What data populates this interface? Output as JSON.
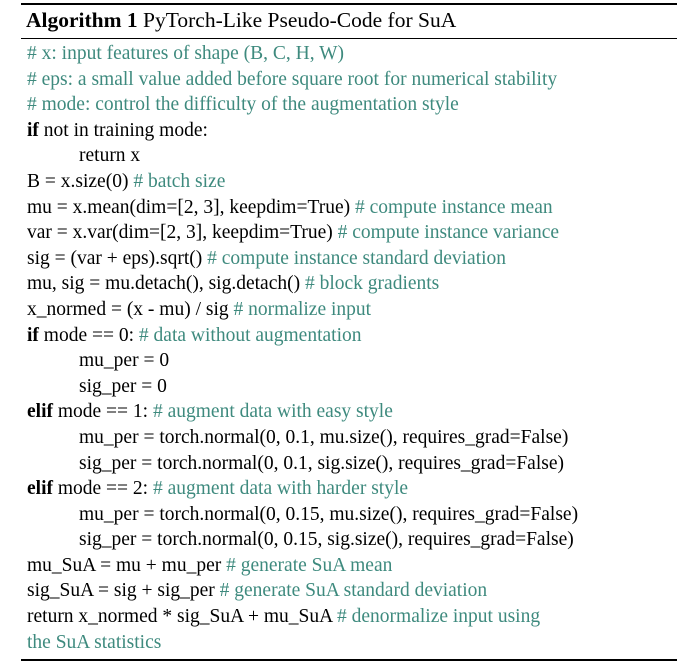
{
  "algorithm": {
    "label": "Algorithm 1",
    "title": "PyTorch-Like Pseudo-Code for SuA"
  },
  "lines": [
    {
      "indent": false,
      "kw": "",
      "code": "",
      "comment": "# x: input features of shape (B, C, H, W)"
    },
    {
      "indent": false,
      "kw": "",
      "code": "",
      "comment": "# eps: a small value added before square root for numerical stability"
    },
    {
      "indent": false,
      "kw": "",
      "code": "",
      "comment": "# mode: control the difficulty of the augmentation style"
    },
    {
      "indent": false,
      "kw": "if",
      "code": " not in training mode:",
      "comment": ""
    },
    {
      "indent": true,
      "kw": "",
      "code": "return x",
      "comment": ""
    },
    {
      "indent": false,
      "kw": "",
      "code": "B = x.size(0) ",
      "comment": "# batch size"
    },
    {
      "indent": false,
      "kw": "",
      "code": "mu = x.mean(dim=[2, 3], keepdim=True) ",
      "comment": "# compute instance mean"
    },
    {
      "indent": false,
      "kw": "",
      "code": "var = x.var(dim=[2, 3], keepdim=True) ",
      "comment": "# compute instance variance"
    },
    {
      "indent": false,
      "kw": "",
      "code": "sig = (var + eps).sqrt() ",
      "comment": "# compute instance standard deviation"
    },
    {
      "indent": false,
      "kw": "",
      "code": "mu, sig = mu.detach(), sig.detach() ",
      "comment": "# block gradients"
    },
    {
      "indent": false,
      "kw": "",
      "code": "x_normed = (x - mu) / sig ",
      "comment": "# normalize input"
    },
    {
      "indent": false,
      "kw": "if",
      "code": " mode == 0: ",
      "comment": "# data without augmentation"
    },
    {
      "indent": true,
      "kw": "",
      "code": "mu_per = 0",
      "comment": ""
    },
    {
      "indent": true,
      "kw": "",
      "code": "sig_per = 0",
      "comment": ""
    },
    {
      "indent": false,
      "kw": "elif",
      "code": " mode == 1: ",
      "comment": "# augment data with easy style"
    },
    {
      "indent": true,
      "kw": "",
      "code": "mu_per = torch.normal(0, 0.1, mu.size(), requires_grad=False)",
      "comment": ""
    },
    {
      "indent": true,
      "kw": "",
      "code": "sig_per = torch.normal(0, 0.1, sig.size(), requires_grad=False)",
      "comment": ""
    },
    {
      "indent": false,
      "kw": "elif",
      "code": " mode == 2: ",
      "comment": "# augment data with harder style"
    },
    {
      "indent": true,
      "kw": "",
      "code": "mu_per = torch.normal(0, 0.15, mu.size(), requires_grad=False)",
      "comment": ""
    },
    {
      "indent": true,
      "kw": "",
      "code": "sig_per = torch.normal(0, 0.15, sig.size(), requires_grad=False)",
      "comment": ""
    },
    {
      "indent": false,
      "kw": "",
      "code": "mu_SuA = mu + mu_per ",
      "comment": "# generate SuA mean"
    },
    {
      "indent": false,
      "kw": "",
      "code": "sig_SuA = sig + sig_per ",
      "comment": "# generate SuA standard deviation"
    },
    {
      "indent": false,
      "kw": "",
      "code": "return x_normed * sig_SuA + mu_SuA ",
      "comment": "# denormalize input using"
    },
    {
      "indent": false,
      "kw": "",
      "code": "",
      "comment": "the SuA statistics"
    }
  ],
  "colors": {
    "comment": "#3e8a7e",
    "text": "#000000"
  }
}
